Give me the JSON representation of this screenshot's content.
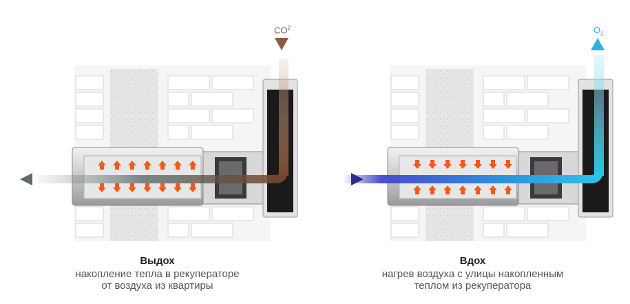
{
  "colors": {
    "exhale_pipe": "#7a4a2e",
    "exhale_arrow": "#8b5a42",
    "exhale_out_arrow": "#5f6b6e",
    "inhale_pipe": "#29c4e8",
    "inhale_arrow": "#29b3e3",
    "inhale_in_arrow": "#2c2c8a",
    "heat_arrow": "#f05a1a",
    "brick": "#ebebeb",
    "wall_fill": "#e2e2e2"
  },
  "left": {
    "gas_label": "CO",
    "gas_sup": "2",
    "title": "Выдох",
    "line1": "накопление тепла в рекуператоре",
    "line2": "от воздуха из квартиры",
    "icons": [
      "arrow-down-icon",
      "arrow-left-icon",
      "arrow-up-icon"
    ]
  },
  "right": {
    "gas_label": "O",
    "gas_sub": "2",
    "title": "Вдох",
    "line1": "нагрев воздуха с улицы накопленным",
    "line2": "теплом из рекуператора",
    "icons": [
      "arrow-up-icon",
      "arrow-right-icon",
      "arrow-down-icon"
    ]
  }
}
